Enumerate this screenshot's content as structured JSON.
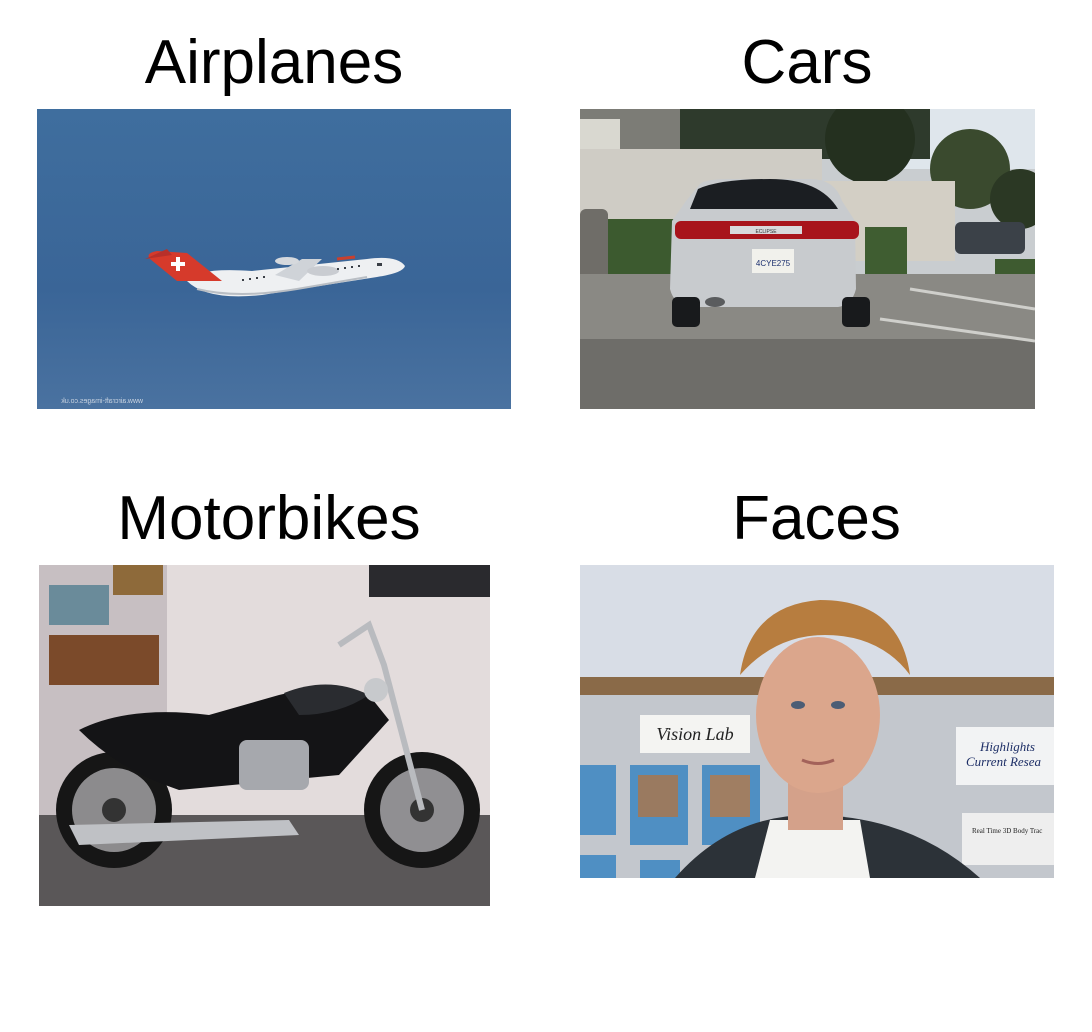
{
  "panels": {
    "airplanes": {
      "caption": "Airplanes",
      "watermark": "www.aircraft-images.co.uk"
    },
    "cars": {
      "caption": "Cars",
      "badge": "ECLIPSE",
      "plate": "4CYE275"
    },
    "motorbikes": {
      "caption": "Motorbikes"
    },
    "faces": {
      "caption": "Faces",
      "sign_main": "Vision Lab",
      "sign_right_1": "Highlights",
      "sign_right_2": "Current Resea",
      "sign_right_3": "Real Time 3D Body Trac"
    }
  }
}
